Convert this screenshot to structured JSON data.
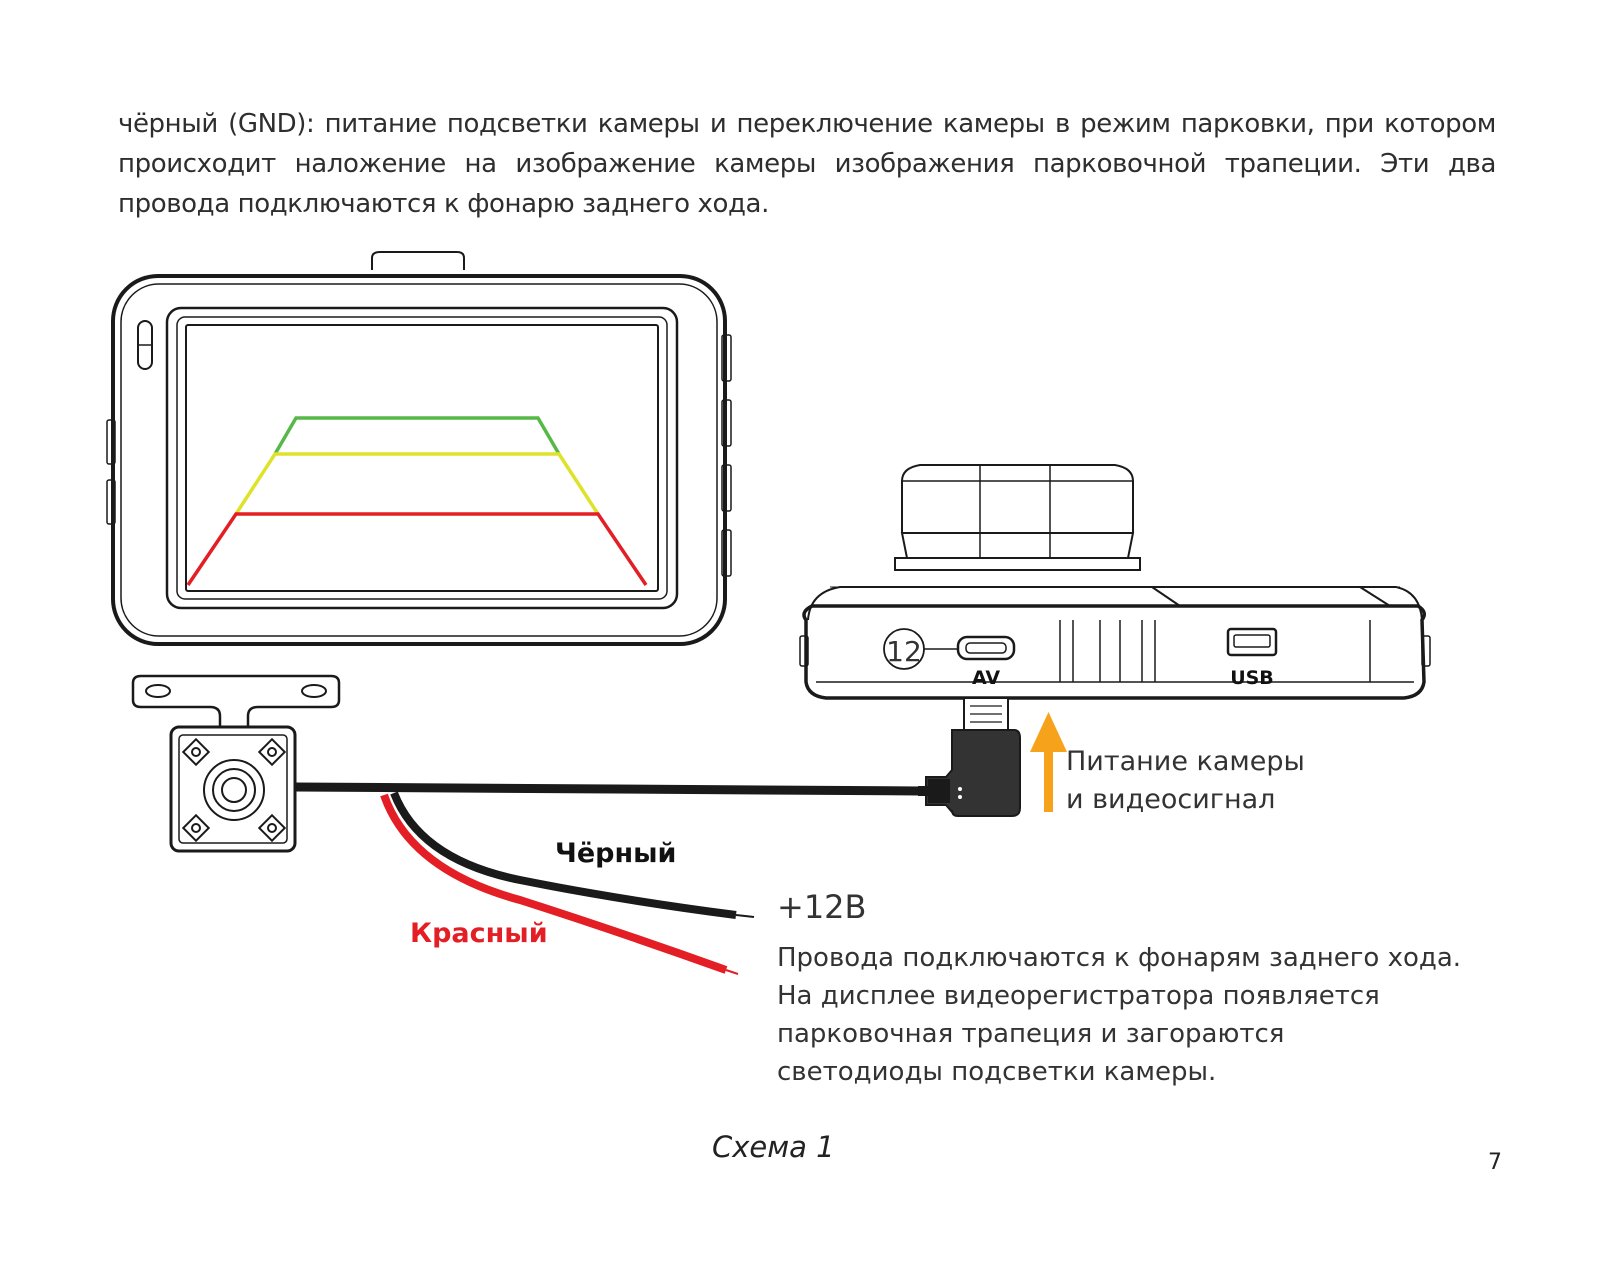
{
  "intro_text": "чёрный (GND): питание подсветки камеры и переключение камеры в режим парковки, при котором происходит наложение на изображение камеры изображения парковочной трапеции. Эти два провода подключаются к фонарю заднего хода.",
  "device": {
    "port_number": "12",
    "av_label": "AV",
    "usb_label": "USB"
  },
  "power_label": {
    "line1": "Питание камеры",
    "line2": "и видеосигнал"
  },
  "wires": {
    "black": "Чёрный",
    "red": "Красный"
  },
  "voltage": "+12В",
  "description": {
    "line1": "Провода подключаются к фонарям заднего хода.",
    "line2": "На дисплее видеорегистратора появляется",
    "line3": "парковочная трапеция и загораются",
    "line4": "светодиоды подсветки камеры."
  },
  "caption": "Схема 1",
  "page_number": "7",
  "colors": {
    "trapezoid_green": "#56b947",
    "trapezoid_yellow": "#dde32a",
    "trapezoid_red": "#e31e24",
    "arrow_orange": "#f7a21b",
    "red_wire": "#e31e24",
    "black_wire": "#1a1a1a"
  }
}
